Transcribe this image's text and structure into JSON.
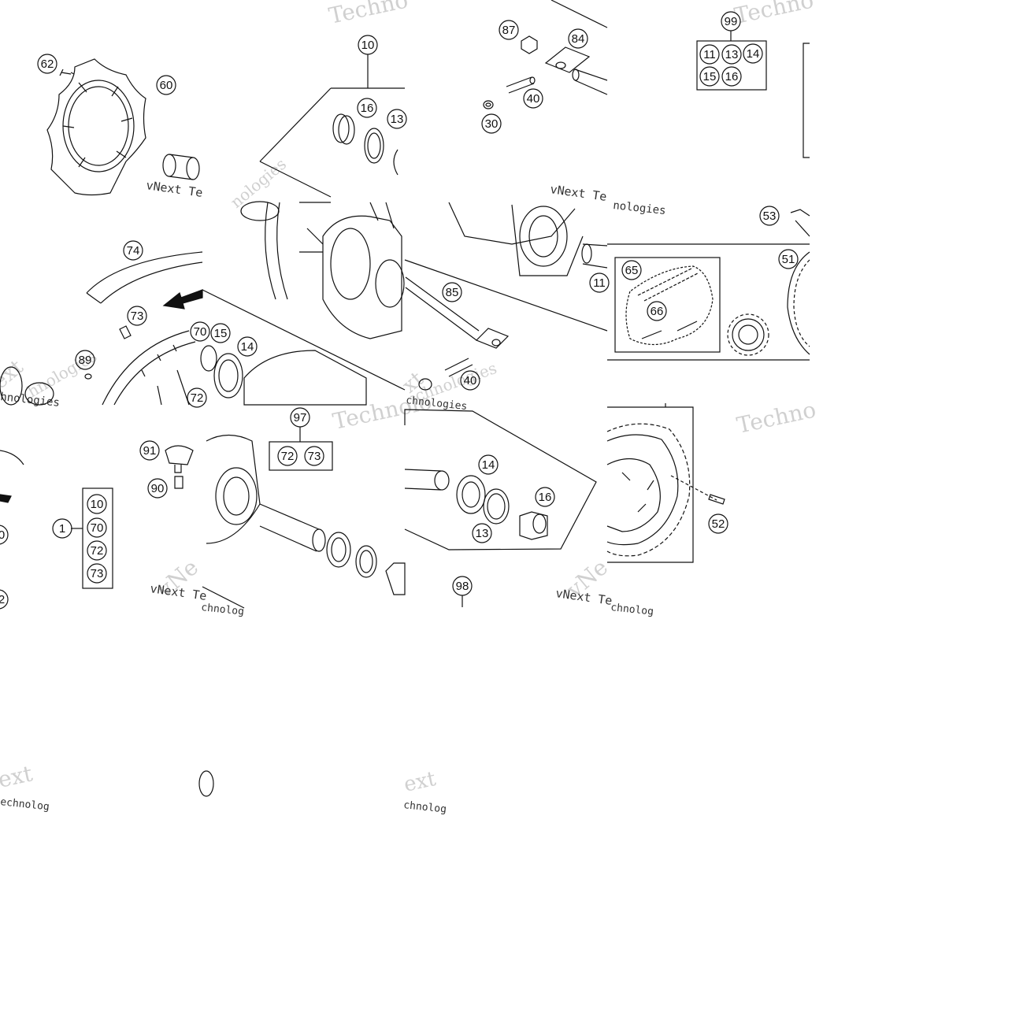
{
  "watermark": {
    "brand": "vNext Technologies",
    "fragments": [
      "Techno",
      "Techno",
      "Technolo",
      "Techno",
      "vNext Te",
      "vNext Te",
      "vNext Te",
      "vNext Te",
      "nologies",
      "hnologies",
      "chnologies",
      "chnolog",
      "chnolog",
      "echnolog",
      "chnolog",
      "ext",
      "xt",
      "ext",
      "vNe",
      "vNe"
    ]
  },
  "callouts": [
    "62",
    "60",
    "10",
    "16",
    "13",
    "87",
    "84",
    "40",
    "30",
    "99",
    "74",
    "73",
    "89",
    "70",
    "15",
    "14",
    "72",
    "85",
    "11",
    "40",
    "53",
    "51",
    "65",
    "66",
    "97",
    "72",
    "73",
    "91",
    "90",
    "1",
    "10",
    "70",
    "72",
    "73",
    "14",
    "16",
    "13",
    "98",
    "52",
    "0",
    "2",
    "11",
    "13",
    "14",
    "15",
    "16"
  ],
  "kits": {
    "kit_99": [
      "11",
      "13",
      "14",
      "15",
      "16"
    ],
    "kit_97": [
      "72",
      "73"
    ],
    "kit_1": [
      "10",
      "70",
      "72",
      "73"
    ]
  },
  "colors": {
    "line": "#111111",
    "watermark": "#cfcfcf"
  }
}
